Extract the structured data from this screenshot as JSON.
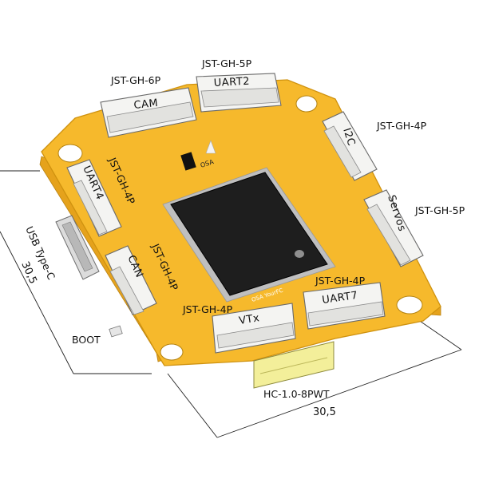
{
  "labels": {
    "cam_type": "JST-GH-6P",
    "cam_name": "CAM",
    "uart2_type": "JST-GH-5P",
    "uart2_name": "UART2",
    "i2c_type": "JST-GH-4P",
    "i2c_name": "I2C",
    "uart4_type": "JST-GH-4P",
    "uart4_name": "UART4",
    "servos_type": "JST-GH-5P",
    "servos_name": "Servos",
    "usb": "USB Type-C",
    "can_type": "JST-GH-4P",
    "can_name": "CAN",
    "uart7_type": "JST-GH-4P",
    "uart7_name": "UART7",
    "vtx_type": "JST-GH-4P",
    "vtx_name": "VTx",
    "boot": "BOOT",
    "bottom_connector": "HC-1.0-8PWT",
    "brand": "OSA",
    "silkscreen": "OSA YourFC",
    "dim_height": "30,5",
    "dim_width": "30,5"
  },
  "colors": {
    "board": "#f6b92c",
    "board_edge": "#d99a16",
    "board_side": "#e9a820",
    "chip": "#1e1e1e"
  }
}
